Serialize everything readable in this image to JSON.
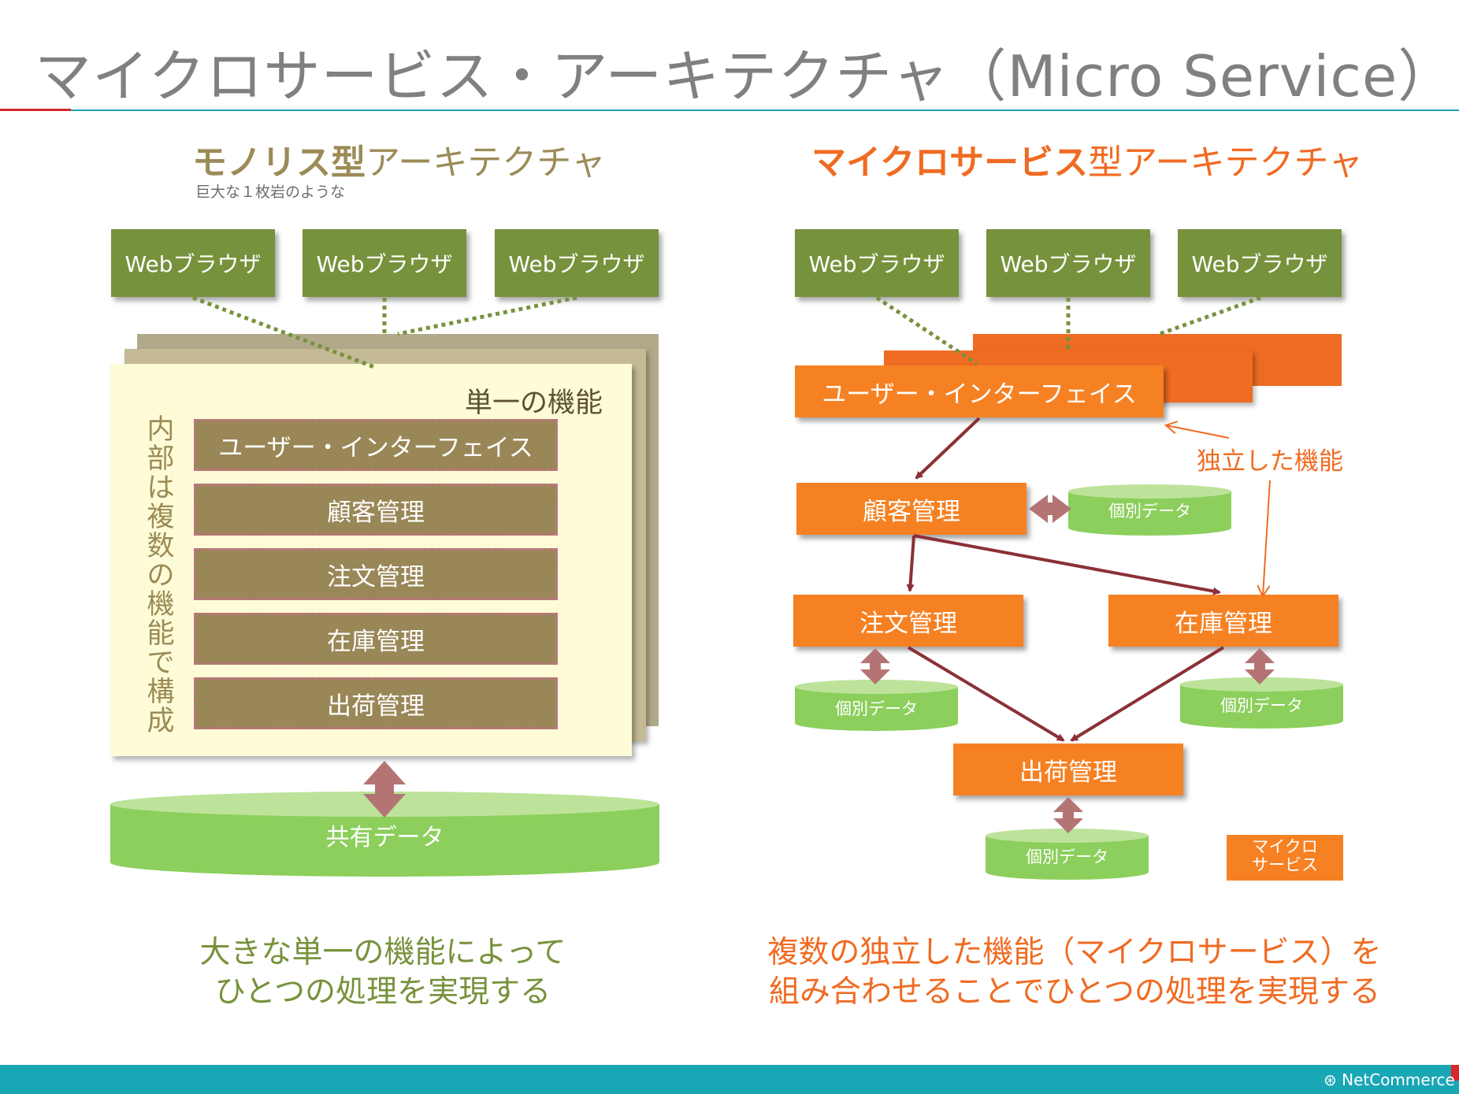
{
  "title": "マイクロサービス・アーキテクチャ（Micro Service）",
  "left": {
    "heading_bold": "モノリス型",
    "heading_rest": "アーキテクチャ",
    "subheading": "巨大な１枚岩のような",
    "browsers": [
      "Webブラウザ",
      "Webブラウザ",
      "Webブラウザ"
    ],
    "single_function_label": "単一の機能",
    "vertical_label": "内部は複数の機能で構成",
    "modules": [
      "ユーザー・インターフェイス",
      "顧客管理",
      "注文管理",
      "在庫管理",
      "出荷管理"
    ],
    "shared_data": "共有データ",
    "caption_line1": "大きな単一の機能によって",
    "caption_line2": "ひとつの処理を実現する"
  },
  "right": {
    "heading_bold": "マイクロサービス",
    "heading_rest": "型アーキテクチャ",
    "browsers": [
      "Webブラウザ",
      "Webブラウザ",
      "Webブラウザ"
    ],
    "ui_service": "ユーザー・インターフェイス",
    "customer_service": "顧客管理",
    "order_service": "注文管理",
    "inventory_service": "在庫管理",
    "shipping_service": "出荷管理",
    "individual_data": "個別データ",
    "independent_label": "独立した機能",
    "legend_line1": "マイクロ",
    "legend_line2": "サービス",
    "caption_line1": "複数の独立した機能（マイクロサービス）を",
    "caption_line2": "組み合わせることでひとつの処理を実現する"
  },
  "footer": {
    "logo": "NetCommerce"
  },
  "colors": {
    "olive": "#77923c",
    "khaki": "#9a8757",
    "orange": "#f68123",
    "green_db": "#8ccf5c",
    "arrow": "#8b3037",
    "teal": "#19a6b5"
  }
}
